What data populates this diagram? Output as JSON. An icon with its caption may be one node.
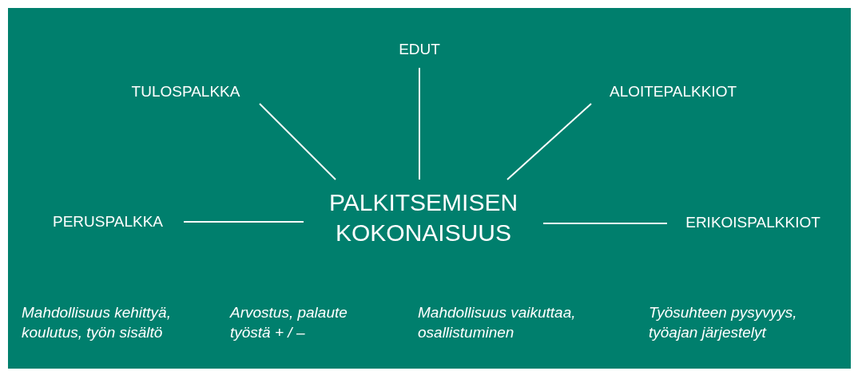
{
  "diagram": {
    "nodes": [
      {
        "text": [
          "PALKITSEMISEN KOKONAISUUS"
        ]
      },
      {
        "text": [
          "EDUT"
        ]
      },
      {
        "text": [
          "TULOSPALKKA"
        ]
      },
      {
        "text": [
          "ALOITEPALKKIOT"
        ]
      },
      {
        "text": [
          "PERUSPALKKA"
        ]
      },
      {
        "text": [
          "ERIKOISPALKKIOT"
        ]
      }
    ],
    "edges": [
      {
        "from": 0,
        "to": 1,
        "arrow": "none"
      },
      {
        "from": 0,
        "to": 2,
        "arrow": "none"
      },
      {
        "from": 0,
        "to": 3,
        "arrow": "none"
      },
      {
        "from": 0,
        "to": 4,
        "arrow": "none"
      },
      {
        "from": 0,
        "to": 5,
        "arrow": "none"
      }
    ],
    "labels": [
      "Mahdollisuus kehittyä, koulutus, työn sisältö",
      "Arvostus, palaute työstä + / –",
      "Mahdollisuus vaikuttaa, osallistuminen",
      "Työsuhteen pysyvyys, työajan järjestelyt"
    ]
  }
}
